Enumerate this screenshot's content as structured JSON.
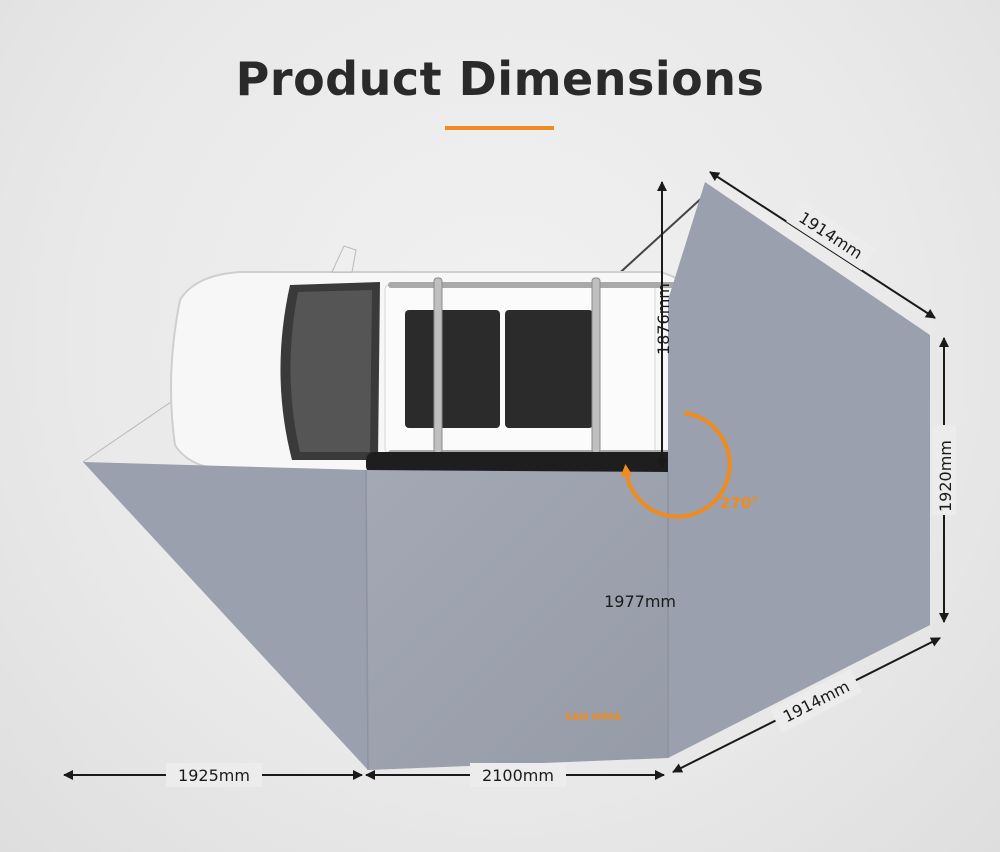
{
  "title": "Product Dimensions",
  "colors": {
    "accent": "#f08c1e",
    "awning": "#9ba0ad",
    "awning_dark": "#8d929f",
    "text": "#1a1a1a"
  },
  "dimensions": {
    "top_right_edge": "1914mm",
    "right_height": "1920mm",
    "bottom_right_edge": "1914mm",
    "bottom_left_width": "1925mm",
    "bottom_center_width": "2100mm",
    "center_height": "1977mm",
    "rolled_height": "1876mm",
    "rotation": "270°"
  },
  "brand_label": "SAN HIMA"
}
